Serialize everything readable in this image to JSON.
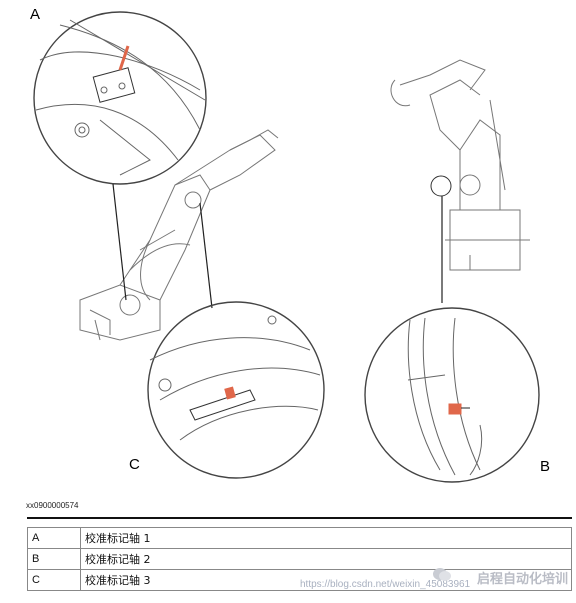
{
  "figure": {
    "labels": {
      "a": "A",
      "b": "B",
      "c": "C"
    },
    "figure_id": "xx0900000574"
  },
  "legend": {
    "rows": [
      {
        "key": "A",
        "text": "校准标记轴 1"
      },
      {
        "key": "B",
        "text": "校准标记轴 2"
      },
      {
        "key": "C",
        "text": "校准标记轴 3"
      }
    ]
  },
  "watermark": {
    "url": "https://blog.csdn.net/weixin_45083961",
    "brand": "启程自动化培训"
  },
  "colors": {
    "marker": "#e0674a",
    "line": "#555555"
  }
}
